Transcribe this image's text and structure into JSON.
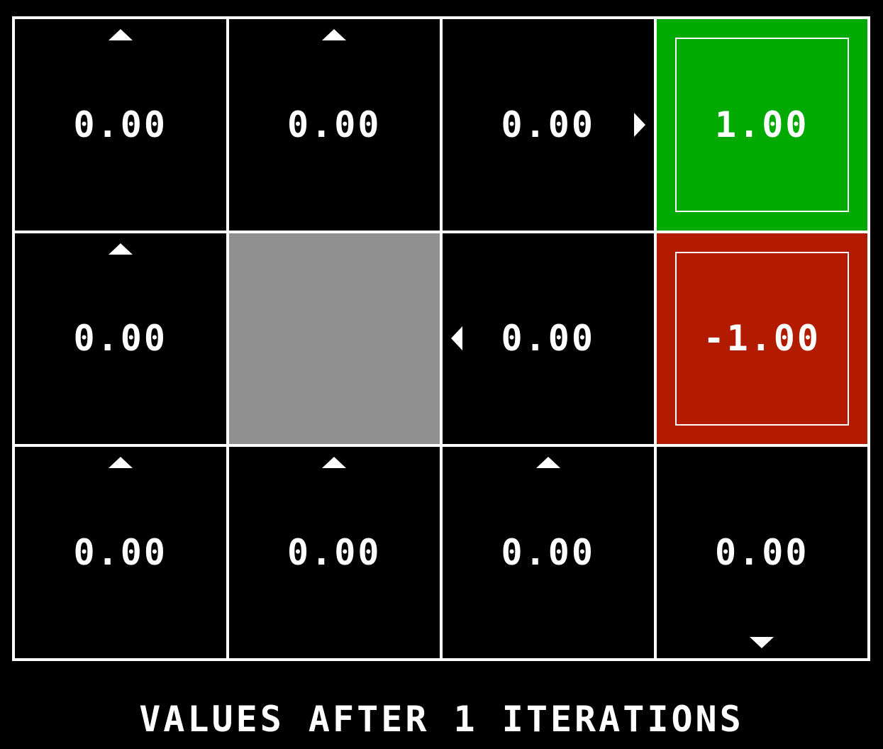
{
  "caption": "VALUES AFTER 1 ITERATIONS",
  "colors": {
    "background": "#000000",
    "grid_line": "#ffffff",
    "wall": "#909090",
    "goal": "#00aa00",
    "pit": "#b21b00"
  },
  "grid": {
    "rows": 3,
    "cols": 4,
    "cells": [
      {
        "row": 0,
        "col": 0,
        "type": "normal",
        "value": "0.00",
        "arrow": "up"
      },
      {
        "row": 0,
        "col": 1,
        "type": "normal",
        "value": "0.00",
        "arrow": "up"
      },
      {
        "row": 0,
        "col": 2,
        "type": "normal",
        "value": "0.00",
        "arrow": "right"
      },
      {
        "row": 0,
        "col": 3,
        "type": "goal",
        "value": "1.00",
        "arrow": null
      },
      {
        "row": 1,
        "col": 0,
        "type": "normal",
        "value": "0.00",
        "arrow": "up"
      },
      {
        "row": 1,
        "col": 1,
        "type": "wall",
        "value": null,
        "arrow": null
      },
      {
        "row": 1,
        "col": 2,
        "type": "normal",
        "value": "0.00",
        "arrow": "left"
      },
      {
        "row": 1,
        "col": 3,
        "type": "pit",
        "value": "-1.00",
        "arrow": null
      },
      {
        "row": 2,
        "col": 0,
        "type": "normal",
        "value": "0.00",
        "arrow": "up"
      },
      {
        "row": 2,
        "col": 1,
        "type": "normal",
        "value": "0.00",
        "arrow": "up"
      },
      {
        "row": 2,
        "col": 2,
        "type": "normal",
        "value": "0.00",
        "arrow": "up"
      },
      {
        "row": 2,
        "col": 3,
        "type": "normal",
        "value": "0.00",
        "arrow": "down"
      }
    ]
  }
}
